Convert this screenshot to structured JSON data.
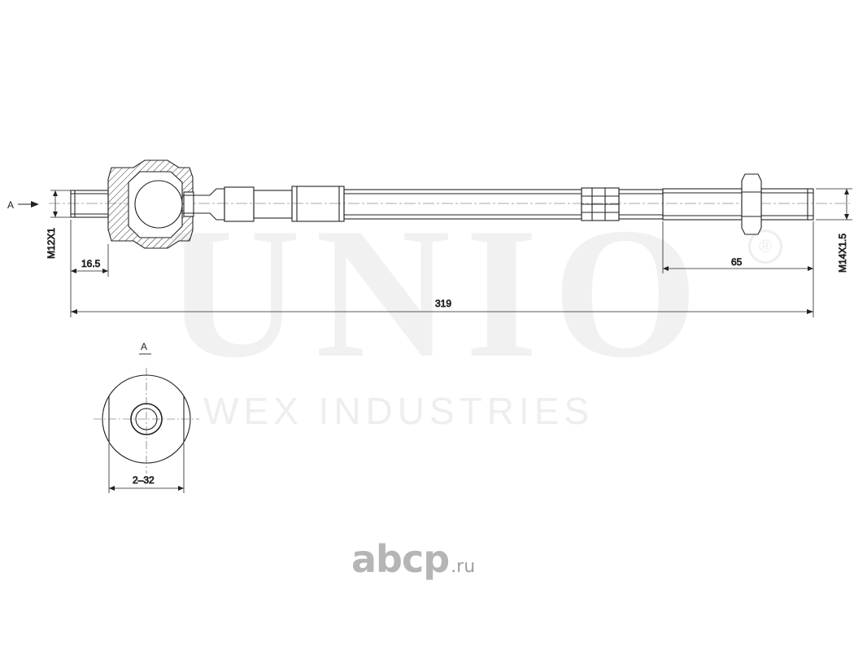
{
  "watermark": {
    "brand": "UNIO",
    "registered": "®",
    "company": "WEX INDUSTRIES"
  },
  "drawing": {
    "section_mark": "A",
    "view_label": "A",
    "thread_left": "M12X1",
    "thread_right": "M14X1.5",
    "dim_left_thread_length": "16.5",
    "dim_right_thread_length": "65",
    "dim_overall_length": "319",
    "dim_wrench_size": "2–32"
  },
  "footer": {
    "logo_text": "abcp",
    "logo_tld": ".ru"
  }
}
